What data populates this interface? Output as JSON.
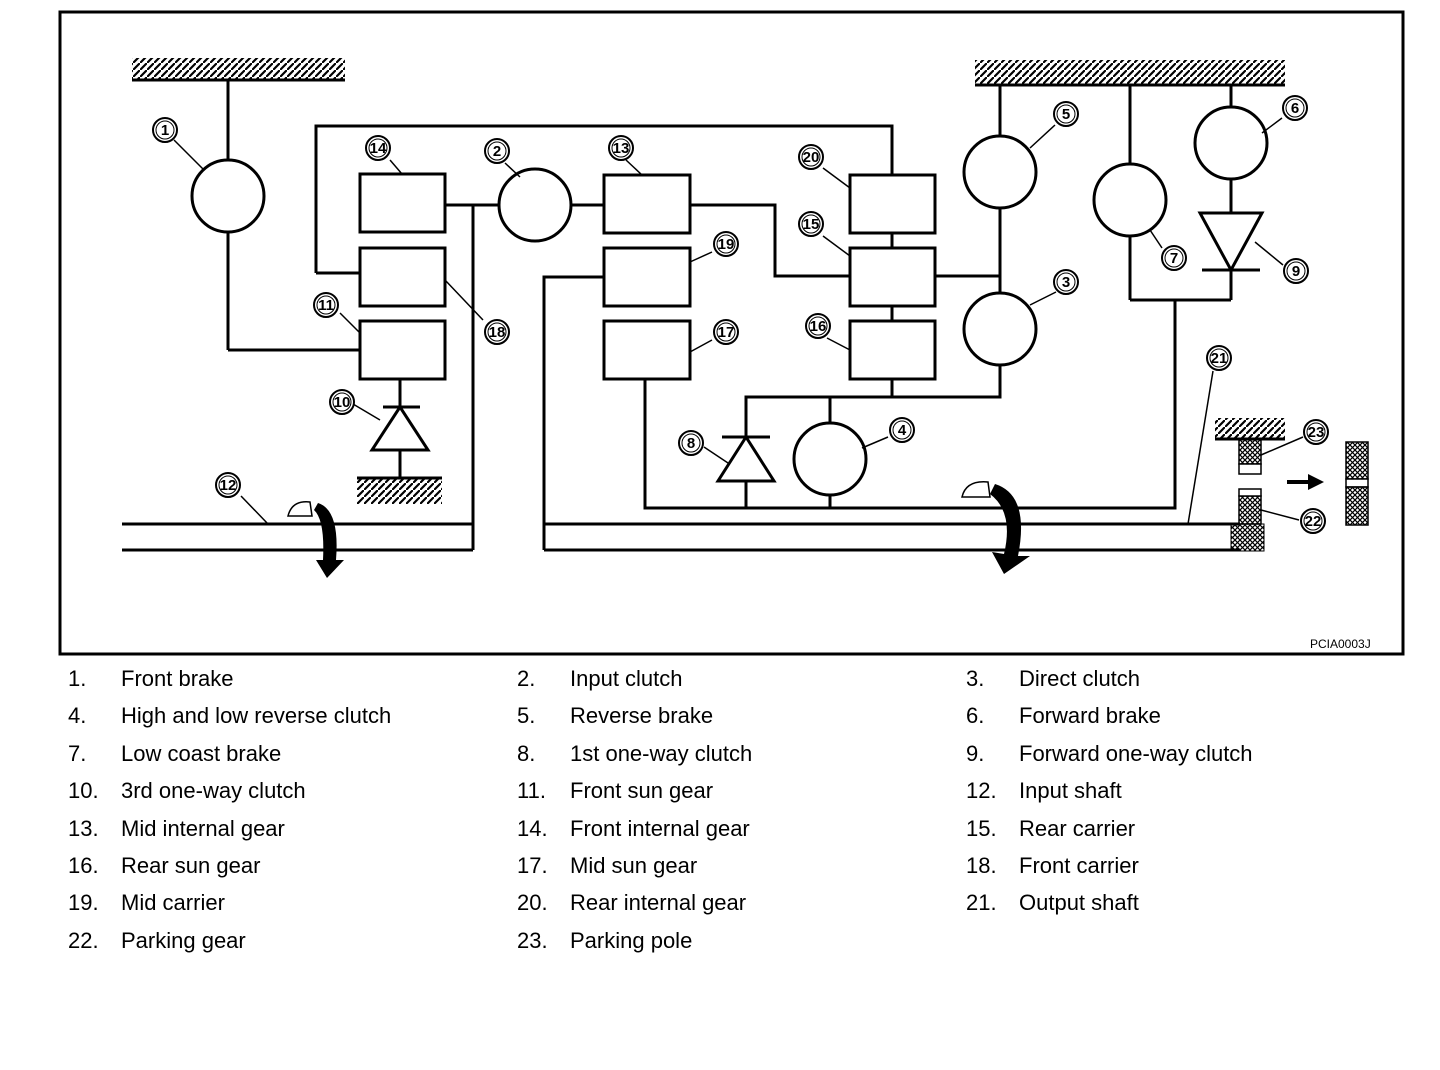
{
  "diagram": {
    "code": "PCIA0003J",
    "callouts": [
      "1",
      "2",
      "3",
      "4",
      "5",
      "6",
      "7",
      "8",
      "9",
      "10",
      "11",
      "12",
      "13",
      "14",
      "15",
      "16",
      "17",
      "18",
      "19",
      "20",
      "21",
      "22",
      "23"
    ]
  },
  "legend": [
    {
      "num": "1.",
      "label": "Front brake"
    },
    {
      "num": "2.",
      "label": "Input clutch"
    },
    {
      "num": "3.",
      "label": "Direct clutch"
    },
    {
      "num": "4.",
      "label": "High and low reverse clutch"
    },
    {
      "num": "5.",
      "label": "Reverse brake"
    },
    {
      "num": "6.",
      "label": "Forward brake"
    },
    {
      "num": "7.",
      "label": "Low coast brake"
    },
    {
      "num": "8.",
      "label": "1st one-way clutch"
    },
    {
      "num": "9.",
      "label": "Forward one-way clutch"
    },
    {
      "num": "10.",
      "label": "3rd one-way clutch"
    },
    {
      "num": "11.",
      "label": "Front sun gear"
    },
    {
      "num": "12.",
      "label": "Input shaft"
    },
    {
      "num": "13.",
      "label": "Mid internal gear"
    },
    {
      "num": "14.",
      "label": "Front internal gear"
    },
    {
      "num": "15.",
      "label": "Rear carrier"
    },
    {
      "num": "16.",
      "label": "Rear sun gear"
    },
    {
      "num": "17.",
      "label": "Mid sun gear"
    },
    {
      "num": "18.",
      "label": "Front carrier"
    },
    {
      "num": "19.",
      "label": "Mid carrier"
    },
    {
      "num": "20.",
      "label": "Rear internal gear"
    },
    {
      "num": "21.",
      "label": "Output shaft"
    },
    {
      "num": "22.",
      "label": "Parking gear"
    },
    {
      "num": "23.",
      "label": "Parking pole"
    }
  ]
}
